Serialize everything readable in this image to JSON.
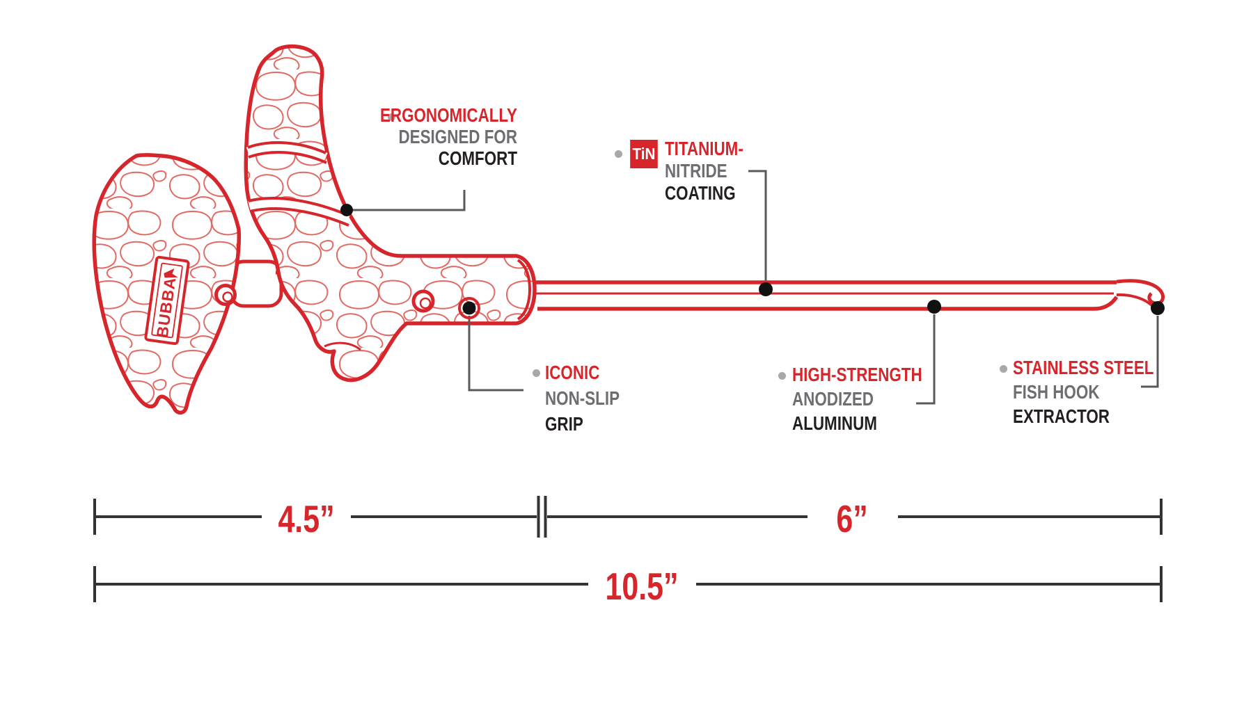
{
  "diagram": {
    "brand_logo_text": "BUBBA",
    "colors": {
      "red": "#d6262b",
      "text_gray": "#6d6e71",
      "text_black": "#231f20",
      "leader_gray": "#58595b",
      "bullet_gray": "#a6a8ab",
      "dimension_line": "#313335"
    },
    "callouts": [
      {
        "id": "ergonomic",
        "line1": "ERGONOMICALLY",
        "line2": "DESIGNED FOR",
        "line3": "COMFORT"
      },
      {
        "id": "tin-coating",
        "badge": "TiN",
        "line1": "TITANIUM-",
        "line2": "NITRIDE",
        "line3": "COATING"
      },
      {
        "id": "grip",
        "line1": "ICONIC",
        "line2": "NON-SLIP",
        "line3": "GRIP"
      },
      {
        "id": "aluminum",
        "line1": "HIGH-STRENGTH",
        "line2": "ANODIZED",
        "line3": "ALUMINUM"
      },
      {
        "id": "extractor",
        "line1": "STAINLESS STEEL",
        "line2": "FISH HOOK",
        "line3": "EXTRACTOR"
      }
    ],
    "dimensions": {
      "handle_length": "4.5”",
      "shaft_length": "6”",
      "overall_length": "10.5”"
    }
  }
}
